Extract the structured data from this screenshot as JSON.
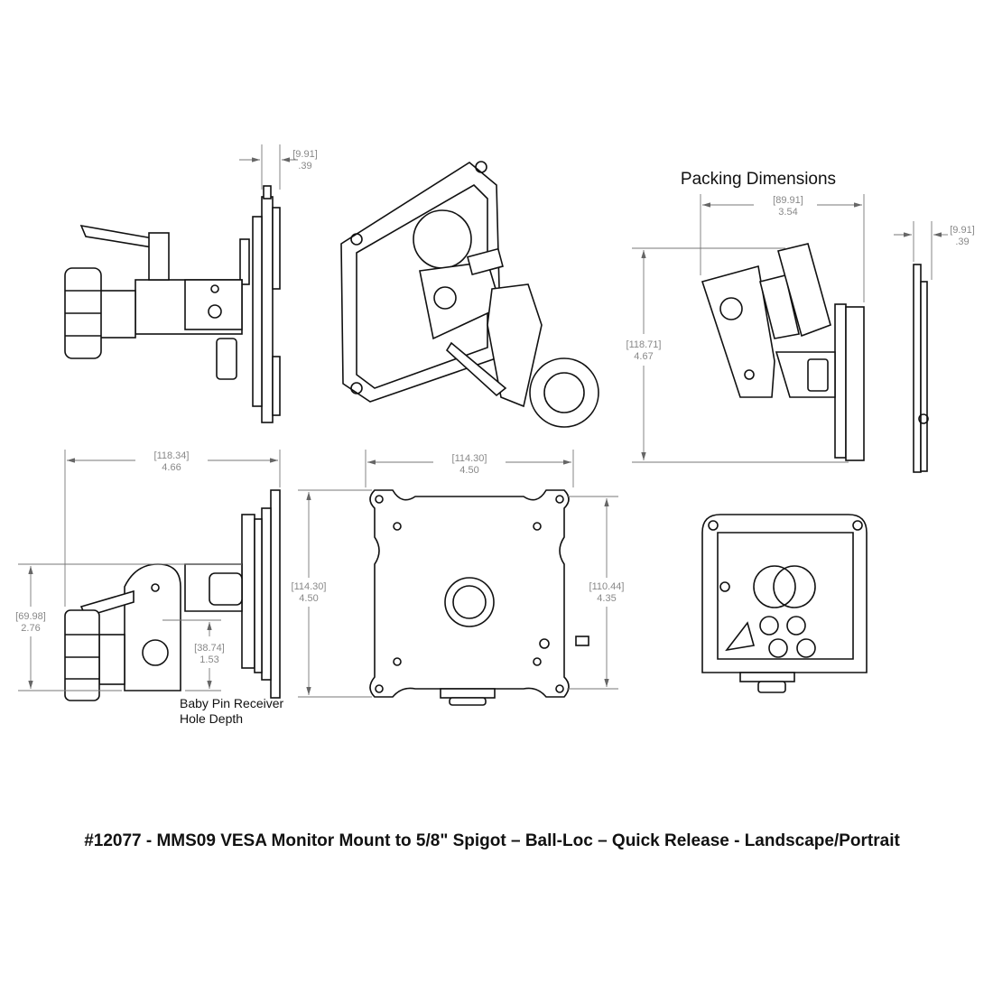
{
  "caption": "#12077 - MMS09 VESA Monitor Mount to 5/8\" Spigot – Ball-Loc – Quick Release - Landscape/Portrait",
  "packing_title": "Packing Dimensions",
  "dimensions": {
    "side_thickness": {
      "mm": "[9.91]",
      "in": ".39"
    },
    "packing_width": {
      "mm": "[89.91]",
      "in": "3.54"
    },
    "packing_height": {
      "mm": "[118.71]",
      "in": "4.67"
    },
    "packing_thickness": {
      "mm": "[9.91]",
      "in": ".39"
    },
    "overall_depth": {
      "mm": "[118.34]",
      "in": "4.66"
    },
    "clamp_height": {
      "mm": "[69.98]",
      "in": "2.76"
    },
    "pin_depth": {
      "mm": "[38.74]",
      "in": "1.53"
    },
    "plate_width": {
      "mm": "[114.30]",
      "in": "4.50"
    },
    "plate_height": {
      "mm": "[114.30]",
      "in": "4.50"
    },
    "plate_height_alt": {
      "mm": "[110.44]",
      "in": "4.35"
    }
  },
  "pin_note": {
    "line1": "Baby Pin Receiver",
    "line2": "Hole Depth"
  }
}
